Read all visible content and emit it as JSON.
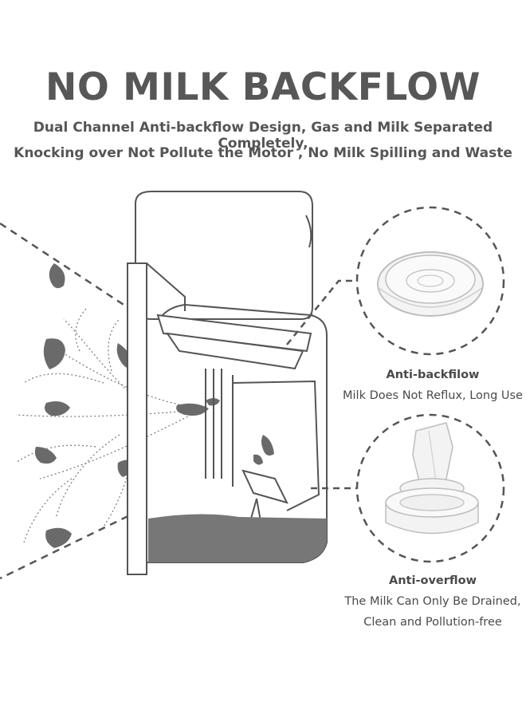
{
  "heading": {
    "title": "NO MILK BACKFLOW",
    "line1": "Dual Channel Anti-backflow Design, Gas and Milk Separated Completely,",
    "line2": "Knocking over Not Pollute the Motor , No Milk Spilling and Waste"
  },
  "features": [
    {
      "name": "Anti-backfilow",
      "description": "Milk Does Not Reflux, Long Use",
      "icon": "silicone-diaphragm-icon"
    },
    {
      "name": "Anti-overflow",
      "description_line1": "The Milk Can Only Be Drained,",
      "description_line2": "Clean and Pollution-free",
      "icon": "duckbill-valve-icon"
    }
  ],
  "colors": {
    "line": "#555555",
    "milk": "#6e6e6e",
    "text": "#4a4a4a"
  }
}
